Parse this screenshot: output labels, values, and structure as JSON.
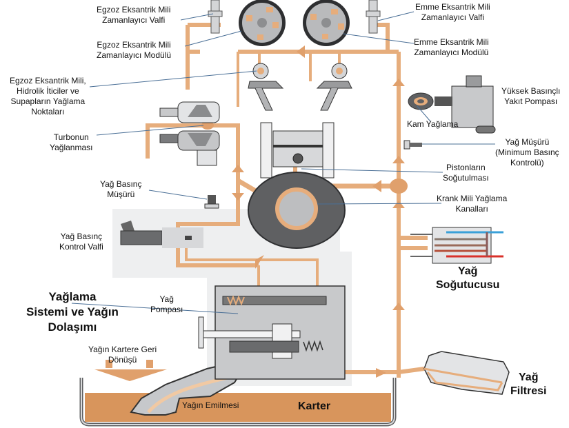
{
  "title": {
    "lines": [
      "Yağlama",
      "Sistemi ve Yağın",
      "Dolaşımı"
    ]
  },
  "colors": {
    "oil": "#e6ad7c",
    "oil_dark": "#d8955c",
    "metal": "#c8c9cb",
    "metal_dark": "#5e5f61",
    "leader": "#4a6f96",
    "coolant_blue": "#3aa0d8",
    "coolant_red": "#d9302a"
  },
  "labels": {
    "exhaust_cam_valve": [
      "Egzoz Eksantrik Mili",
      "Zamanlayıcı Valfi"
    ],
    "exhaust_cam_module": [
      "Egzoz Eksantrik Mili",
      "Zamanlayıcı Modülü"
    ],
    "exhaust_lube_points": [
      "Egzoz Eksantrik Mili,",
      "Hidrolik İticiler ve",
      "Supapların Yağlama",
      "Noktaları"
    ],
    "turbo": [
      "Turbonun",
      "Yağlanması"
    ],
    "pressure_switch": [
      "Yağ Basınç",
      "Müşürü"
    ],
    "pressure_control_valve": [
      "Yağ Basınç",
      "Kontrol Valfi"
    ],
    "oil_pump": [
      "Yağ",
      "Pompası"
    ],
    "return_to_sump": [
      "Yağın Kartere Geri",
      "Dönüşü"
    ],
    "suction": "Yağın Emilmesi",
    "sump": "Karter",
    "intake_cam_valve": [
      "Emme Eksantrik Mili",
      "Zamanlayıcı Valfi"
    ],
    "intake_cam_module": [
      "Emme Eksantrik Mili",
      "Zamanlayıcı Modülü"
    ],
    "hp_fuel_pump": [
      "Yüksek Basınçlı",
      "Yakıt Pompası"
    ],
    "cam_lube": "Kam Yağlama",
    "oil_switch_min": [
      "Yağ Müşürü",
      "(Minimum Basınç",
      "Kontrolü)"
    ],
    "piston_cooling": [
      "Pistonların",
      "Soğutulması"
    ],
    "crank_channels": [
      "Krank Mili Yağlama",
      "Kanalları"
    ],
    "oil_cooler": [
      "Yağ",
      "Soğutucusu"
    ],
    "oil_filter": [
      "Yağ",
      "Filtresi"
    ]
  }
}
